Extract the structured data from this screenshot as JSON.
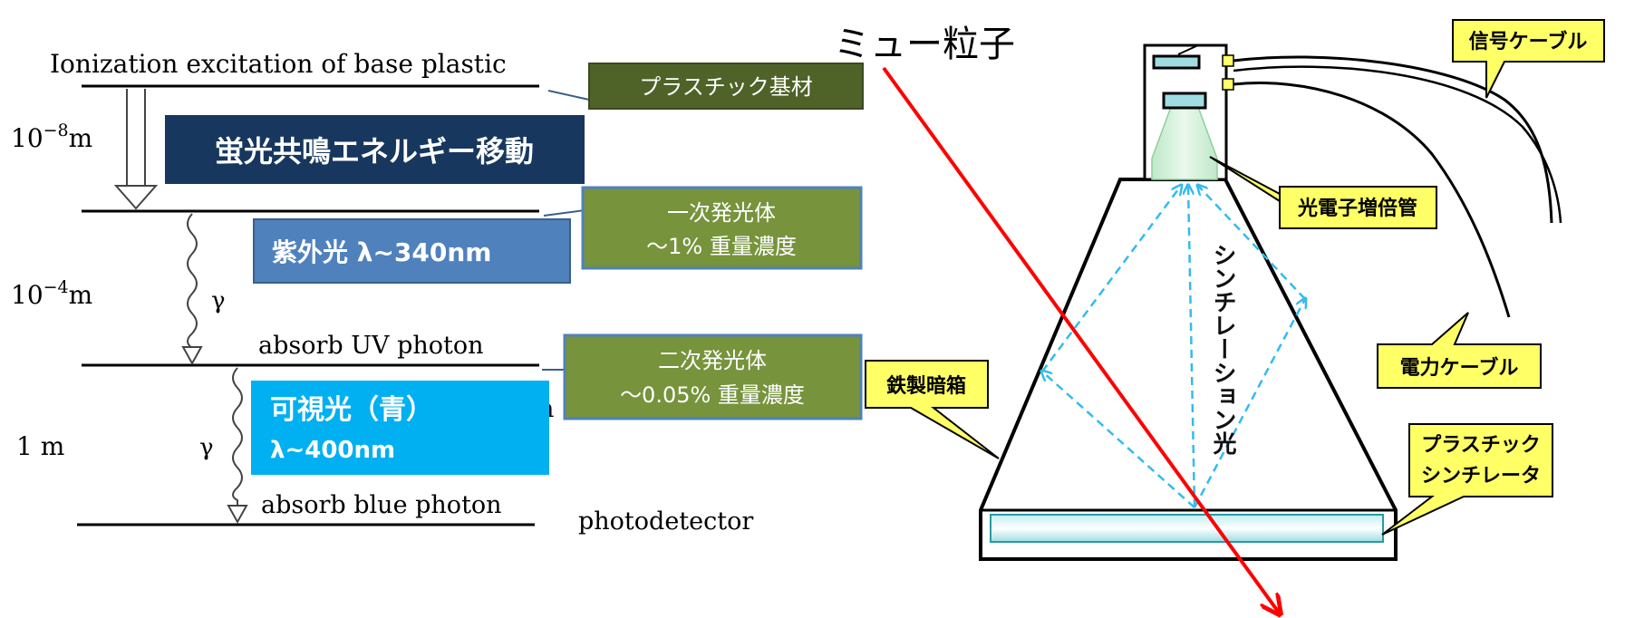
{
  "left": {
    "levels": [
      {
        "label": "Ionization excitation of base plastic"
      },
      {
        "label": "absorb UV photon"
      },
      {
        "label": "absorb blue photon"
      }
    ],
    "distances": {
      "d1": "10",
      "d1_exp": "−8",
      "d1_unit": "m",
      "d2": "10",
      "d2_exp": "−4",
      "d2_unit": "m",
      "d3": "1 m"
    },
    "gamma": "γ",
    "photodetector": "photodetector",
    "stray_char": "n",
    "boxes": {
      "base": "プラスチック基材",
      "fret": "蛍光共鳴エネルギー移動",
      "primary_line1": "一次発光体",
      "primary_line2": "～1%  重量濃度",
      "uv": "紫外光  λ~340nm",
      "secondary_line1": "二次発光体",
      "secondary_line2": "～0.05%  重量濃度",
      "visible_line1": "可視光（青）",
      "visible_line2": "λ~400nm"
    }
  },
  "right": {
    "muon": "ミュー粒子",
    "scint_light": "シンチレーション光",
    "callouts": {
      "signal_cable": "信号ケーブル",
      "pmt": "光電子増倍管",
      "power_cable": "電力ケーブル",
      "dark_box": "鉄製暗箱",
      "scint_line1": "プラスチック",
      "scint_line2": "シンチレータ"
    }
  },
  "colors": {
    "dark_olive": "#4f6228",
    "olive": "#77933c",
    "navy": "#17375e",
    "steel_blue": "#4f81bd",
    "sky": "#00b0f0",
    "muon_red": "#ff0000",
    "light_dash": "#33bbee",
    "callout_yellow": "#ffff66"
  }
}
